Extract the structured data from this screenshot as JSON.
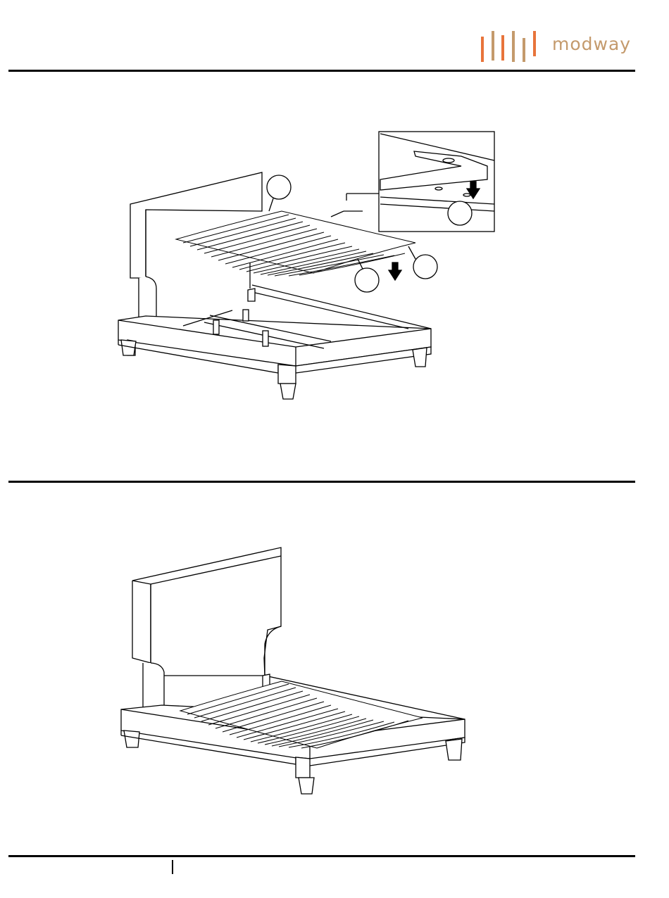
{
  "brand": {
    "name": "modway",
    "bar_colors": [
      "#E8743B",
      "#C49A6C",
      "#E8743B",
      "#C49A6C",
      "#E8743B",
      "#C49A6C"
    ],
    "text_color": "#C49A6C"
  },
  "page": {
    "background": "#ffffff",
    "line_color": "#000000"
  },
  "figures": {
    "step_top": {
      "description_icon": "bed-slats-being-lowered-illustration"
    },
    "step_bottom": {
      "description_icon": "assembled-bed-illustration"
    }
  }
}
